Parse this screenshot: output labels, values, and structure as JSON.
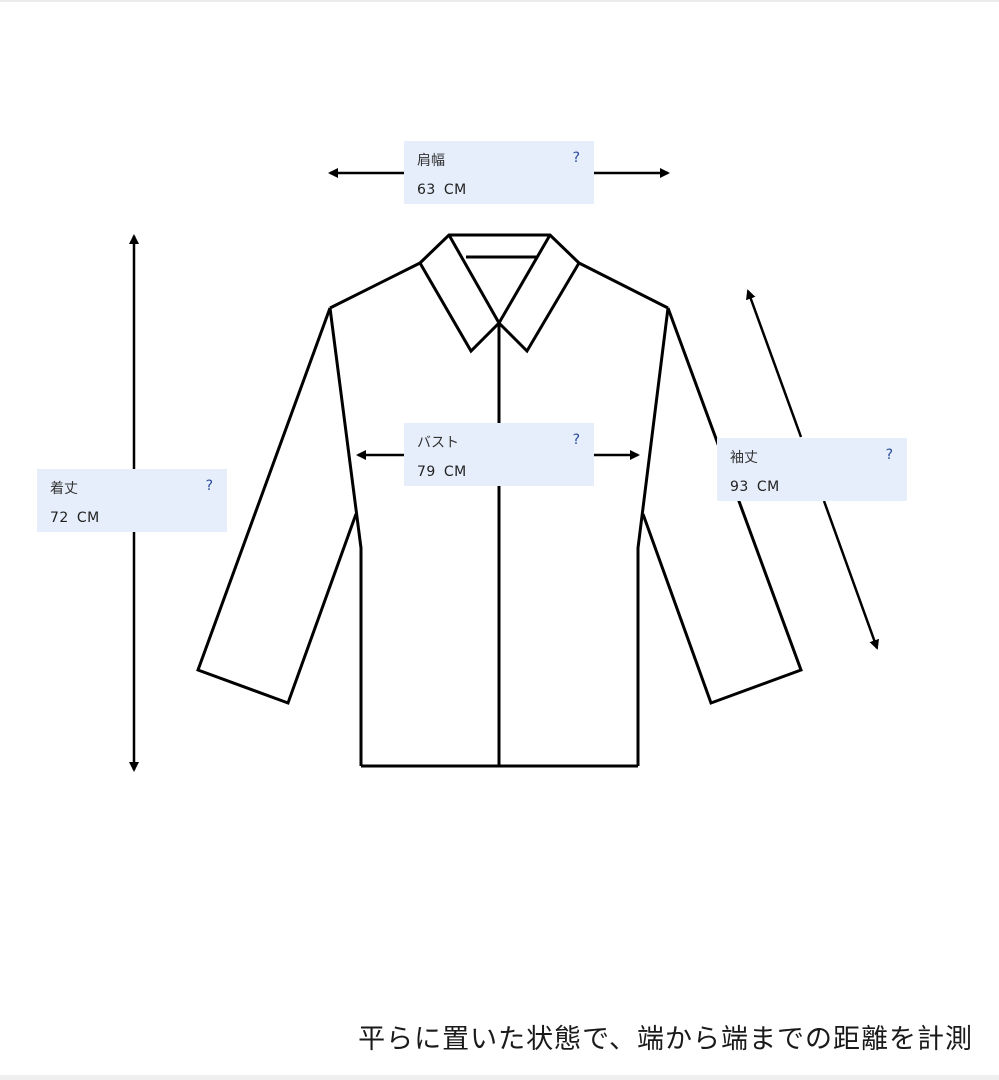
{
  "measurements": {
    "shoulder": {
      "label": "肩幅",
      "value": "63",
      "unit": "CM",
      "help": "?"
    },
    "bust": {
      "label": "バスト",
      "value": "79",
      "unit": "CM",
      "help": "?"
    },
    "length": {
      "label": "着丈",
      "value": "72",
      "unit": "CM",
      "help": "?"
    },
    "sleeve": {
      "label": "袖丈",
      "value": "93",
      "unit": "CM",
      "help": "?"
    }
  },
  "caption": "平らに置いた状態で、端から端までの距離を計測",
  "colors": {
    "label_bg": "#e6eefb",
    "help_icon": "#2a4a9a",
    "line": "#000000"
  },
  "icons": {
    "help": "question-mark",
    "arrow": "double-headed-arrow"
  }
}
